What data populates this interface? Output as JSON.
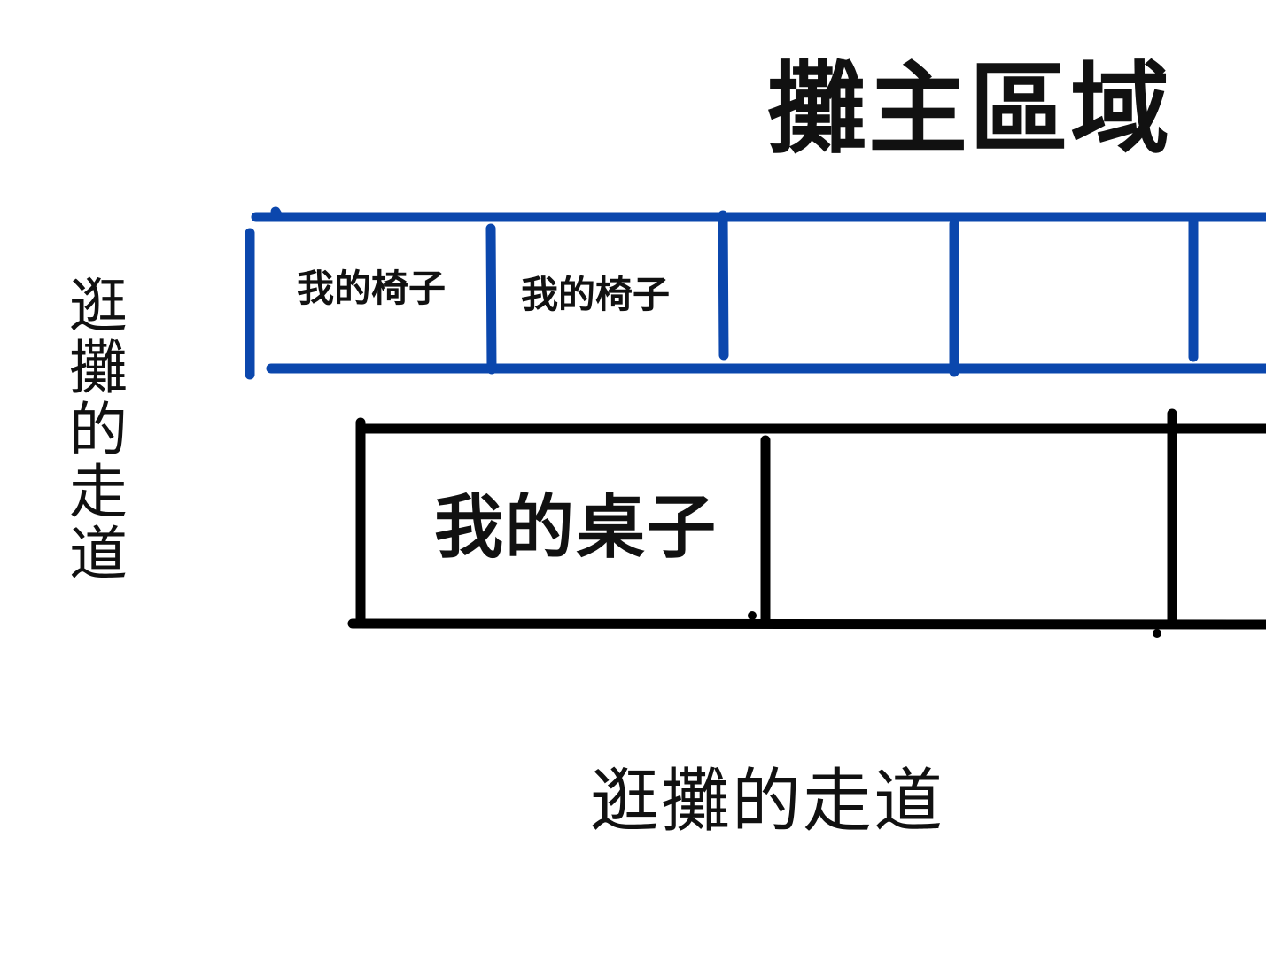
{
  "diagram": {
    "title": "攤主區域",
    "left_aisle_label": "逛攤的走道",
    "bottom_aisle_label": "逛攤的走道",
    "chairs": [
      {
        "label": "我的椅子"
      },
      {
        "label": "我的椅子"
      },
      {
        "label": ""
      },
      {
        "label": ""
      },
      {
        "label": ""
      }
    ],
    "desks": [
      {
        "label": "我的桌子"
      },
      {
        "label": ""
      },
      {
        "label": ""
      }
    ],
    "colors": {
      "chair_row": "#0b47ad",
      "desk_row": "#000000",
      "text": "#111111"
    }
  }
}
